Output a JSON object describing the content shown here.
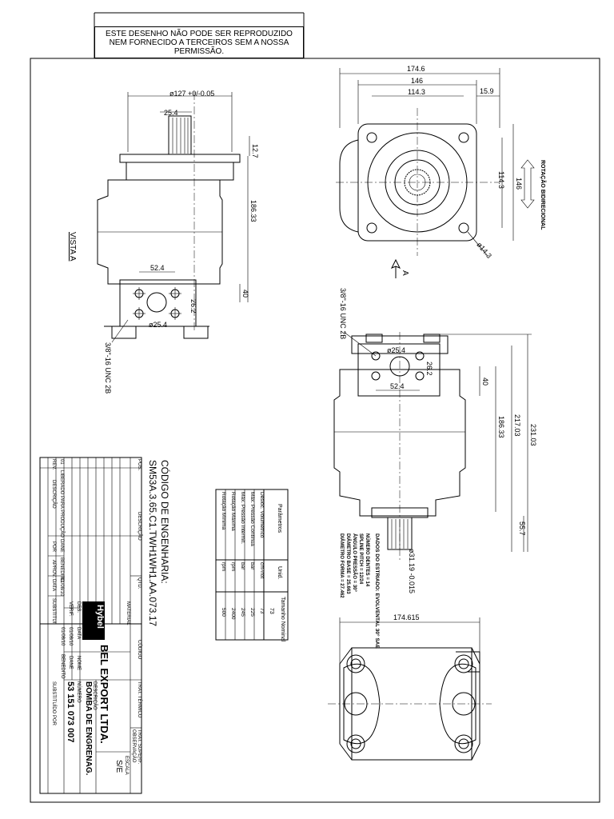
{
  "notice": {
    "line1": "ESTE DESENHO NÃO PODE SER REPRODUZIDO",
    "line2": "NEM FORNECIDO A TERCEIROS SEM A NOSSA",
    "line3": "PERMISSÃO."
  },
  "views": {
    "view_a_label": "VISTA A",
    "arrow_a": "A",
    "rotation": "ROTAÇÃO BIDIRECIONAL"
  },
  "dimensions": {
    "d_127": "ø127 +0/-0.05",
    "d_25_4_shaft": "25.4",
    "d_12_7": "12.7",
    "d_186_33": "186.33",
    "d_52_4": "52.4",
    "d_26_2": "26.2",
    "d_40": "40",
    "d_phi25_4": "ø25.4",
    "thread": "3/8\"-16 UNC 2B",
    "d_174_6": "174.6",
    "d_146": "146",
    "d_114_3": "114.3",
    "d_15_9": "15.9",
    "d_146_v": "146",
    "d_114_3_v": "114.3",
    "d_phi14_3": "ø14.3",
    "d_231_03": "231.03",
    "d_217_03": "217.03",
    "d_186_33_side": "186.33",
    "d_40_side": "40",
    "d_55_7": "55.7",
    "d_31_19": "ø31.19 -0.015",
    "d_174_615": "174.615",
    "thread_side": "3/8\"-16 UNC 2B",
    "d_25_4_port": "ø25.4",
    "d_26_2_port": "26.2",
    "d_52_4_port": "52.4"
  },
  "spline": {
    "title": "DADOS DO ESTRIADO: EVOLVENTAL 30° SAE",
    "rows": [
      "NÚMERO DENTES = 14",
      "SPLINE PITCH = 12/24",
      "ÂNGULO PRESSÃO = 30°",
      "DIÂMETRO BASE = 25.663",
      "DIÂMETRO FORMA = 27.462"
    ]
  },
  "engineering_code": {
    "label": "CÓDIGO DE ENGENHARIA:",
    "value": "SM53A.3.65.C1.TWH1WH1.AA.073.17"
  },
  "params_table": {
    "headers": [
      "Parâmetros",
      "Unid.",
      "Tamanho Nominal"
    ],
    "sub_header": "73",
    "rows": [
      {
        "p": "Desloc. Volumétrico",
        "u": "cm³/rot",
        "v": "73"
      },
      {
        "p": "Máx. Pressão Contínua",
        "u": "bar",
        "v": "225"
      },
      {
        "p": "Máx. Pressão Intermit.",
        "u": "bar",
        "v": "245"
      },
      {
        "p": "Rotação Máxima",
        "u": "rpm",
        "v": "2400"
      },
      {
        "p": "Rotação Mínima",
        "u": "rpm",
        "v": "500"
      }
    ]
  },
  "title_block": {
    "pos": "POS.",
    "descricao": "DESCRIÇÃO",
    "qtd": "QTD.",
    "material": "MATERIAL",
    "codigo": "CÓDIGO",
    "trat_termico": "TRAT. TÉRMICO",
    "trat_superf": "TRAT. SUPERF.",
    "observacao": "OBSERVAÇÃO",
    "rev": "REV.",
    "descricao2": "DESCRIÇÃO",
    "por": "POR",
    "aprov": "APROV.",
    "data": "DATA",
    "substitui": "SUBSTITUI",
    "rev_entry_num": "01",
    "rev_entry_desc": "LIBERADO PARA PRODUÇÃO",
    "rev_entry_por": "DANE",
    "rev_entry_aprov": "BENEDITO",
    "rev_entry_data": "01/08/10",
    "des": "DES.",
    "verif": "VERIF.",
    "data_label": "DATA",
    "nome": "NOME",
    "des_date": "01/08/10",
    "des_name": "DANE",
    "verif_date": "01/08/10",
    "verif_name": "BENEDITO",
    "logo": "Hybel",
    "company": "BEL EXPORT LTDA.",
    "escala": "ESCALA",
    "escala_value": "S/E",
    "descricao3": "DESCRIÇÃO",
    "part_name": "BOMBA DE ENGRENAG.",
    "numero": "NÚMERO",
    "part_number": "53 151 073 007",
    "substituido_por": "SUBSTITUÍDO POR"
  }
}
